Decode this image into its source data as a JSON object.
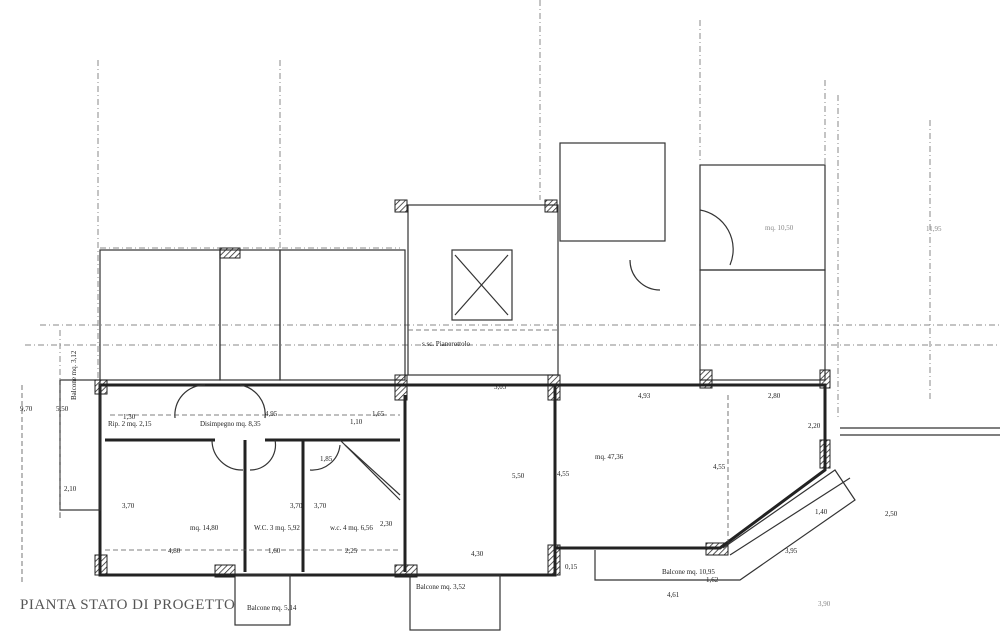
{
  "title": "PIANTA STATO DI PROGETTO",
  "rooms": {
    "disimpegno": "Disimpegno mq. 8,35",
    "ripostiglio": "Rip. 2 mq. 2,15",
    "camera": "mq. 14,80",
    "wc3": "W.C. 3 mq. 5,92",
    "wc4": "w.c. 4 mq. 6,56",
    "soggiorno": "mq. 47,36",
    "balcone_big": "Balcone mq. 10,95",
    "balcone_mid": "Balcone mq. 3,52",
    "balcone_small": "Balcone mq. 5,14",
    "balcone_left": "Balcone mq. 3,12",
    "pianerottolo": "s.sc. Pianerottolo",
    "upper_room": "mq. 10,50"
  },
  "dimensions": {
    "d480": "4,80",
    "d160": "1,60",
    "d225": "2,25",
    "d430": "4,30",
    "d370a": "3,70",
    "d370b": "3,70",
    "d370c": "3,70",
    "d495": "4,95",
    "d165": "1,65",
    "d110": "1,10",
    "d185": "1,85",
    "d550": "5,50",
    "d455a": "4,55",
    "d455b": "4,55",
    "d493": "4,93",
    "d280": "2,80",
    "d220": "2,20",
    "d395": "3,95",
    "d140": "1,40",
    "d162": "1,62",
    "d461": "4,61",
    "d970": "9,70",
    "d550b": "5,50",
    "d210": "2,10",
    "d250": "2,50",
    "d015": "0,15",
    "d230": "2,30",
    "d305": "3,05",
    "d130": "1,30",
    "d1195": "11,95",
    "d390": "3,90"
  }
}
